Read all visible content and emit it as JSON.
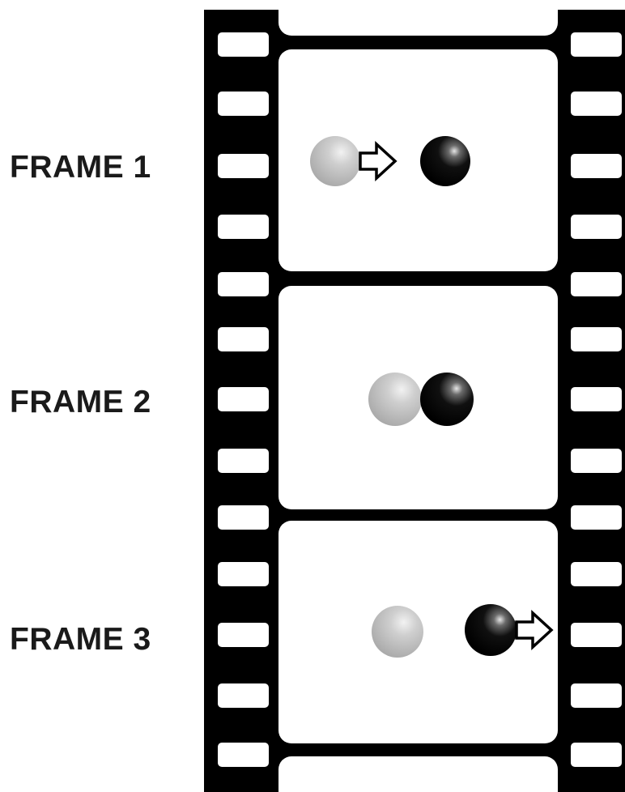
{
  "frames": [
    {
      "label": "FRAME 1"
    },
    {
      "label": "FRAME 2"
    },
    {
      "label": "FRAME 3"
    }
  ],
  "colors": {
    "film": "#000000",
    "frame_window": "#ffffff",
    "gray_ball": "#b8b8b8",
    "black_ball": "#000000",
    "label_text": "#1a1a1a"
  },
  "icons": [
    "gray-ball-icon",
    "black-ball-icon",
    "right-arrow-icon"
  ]
}
